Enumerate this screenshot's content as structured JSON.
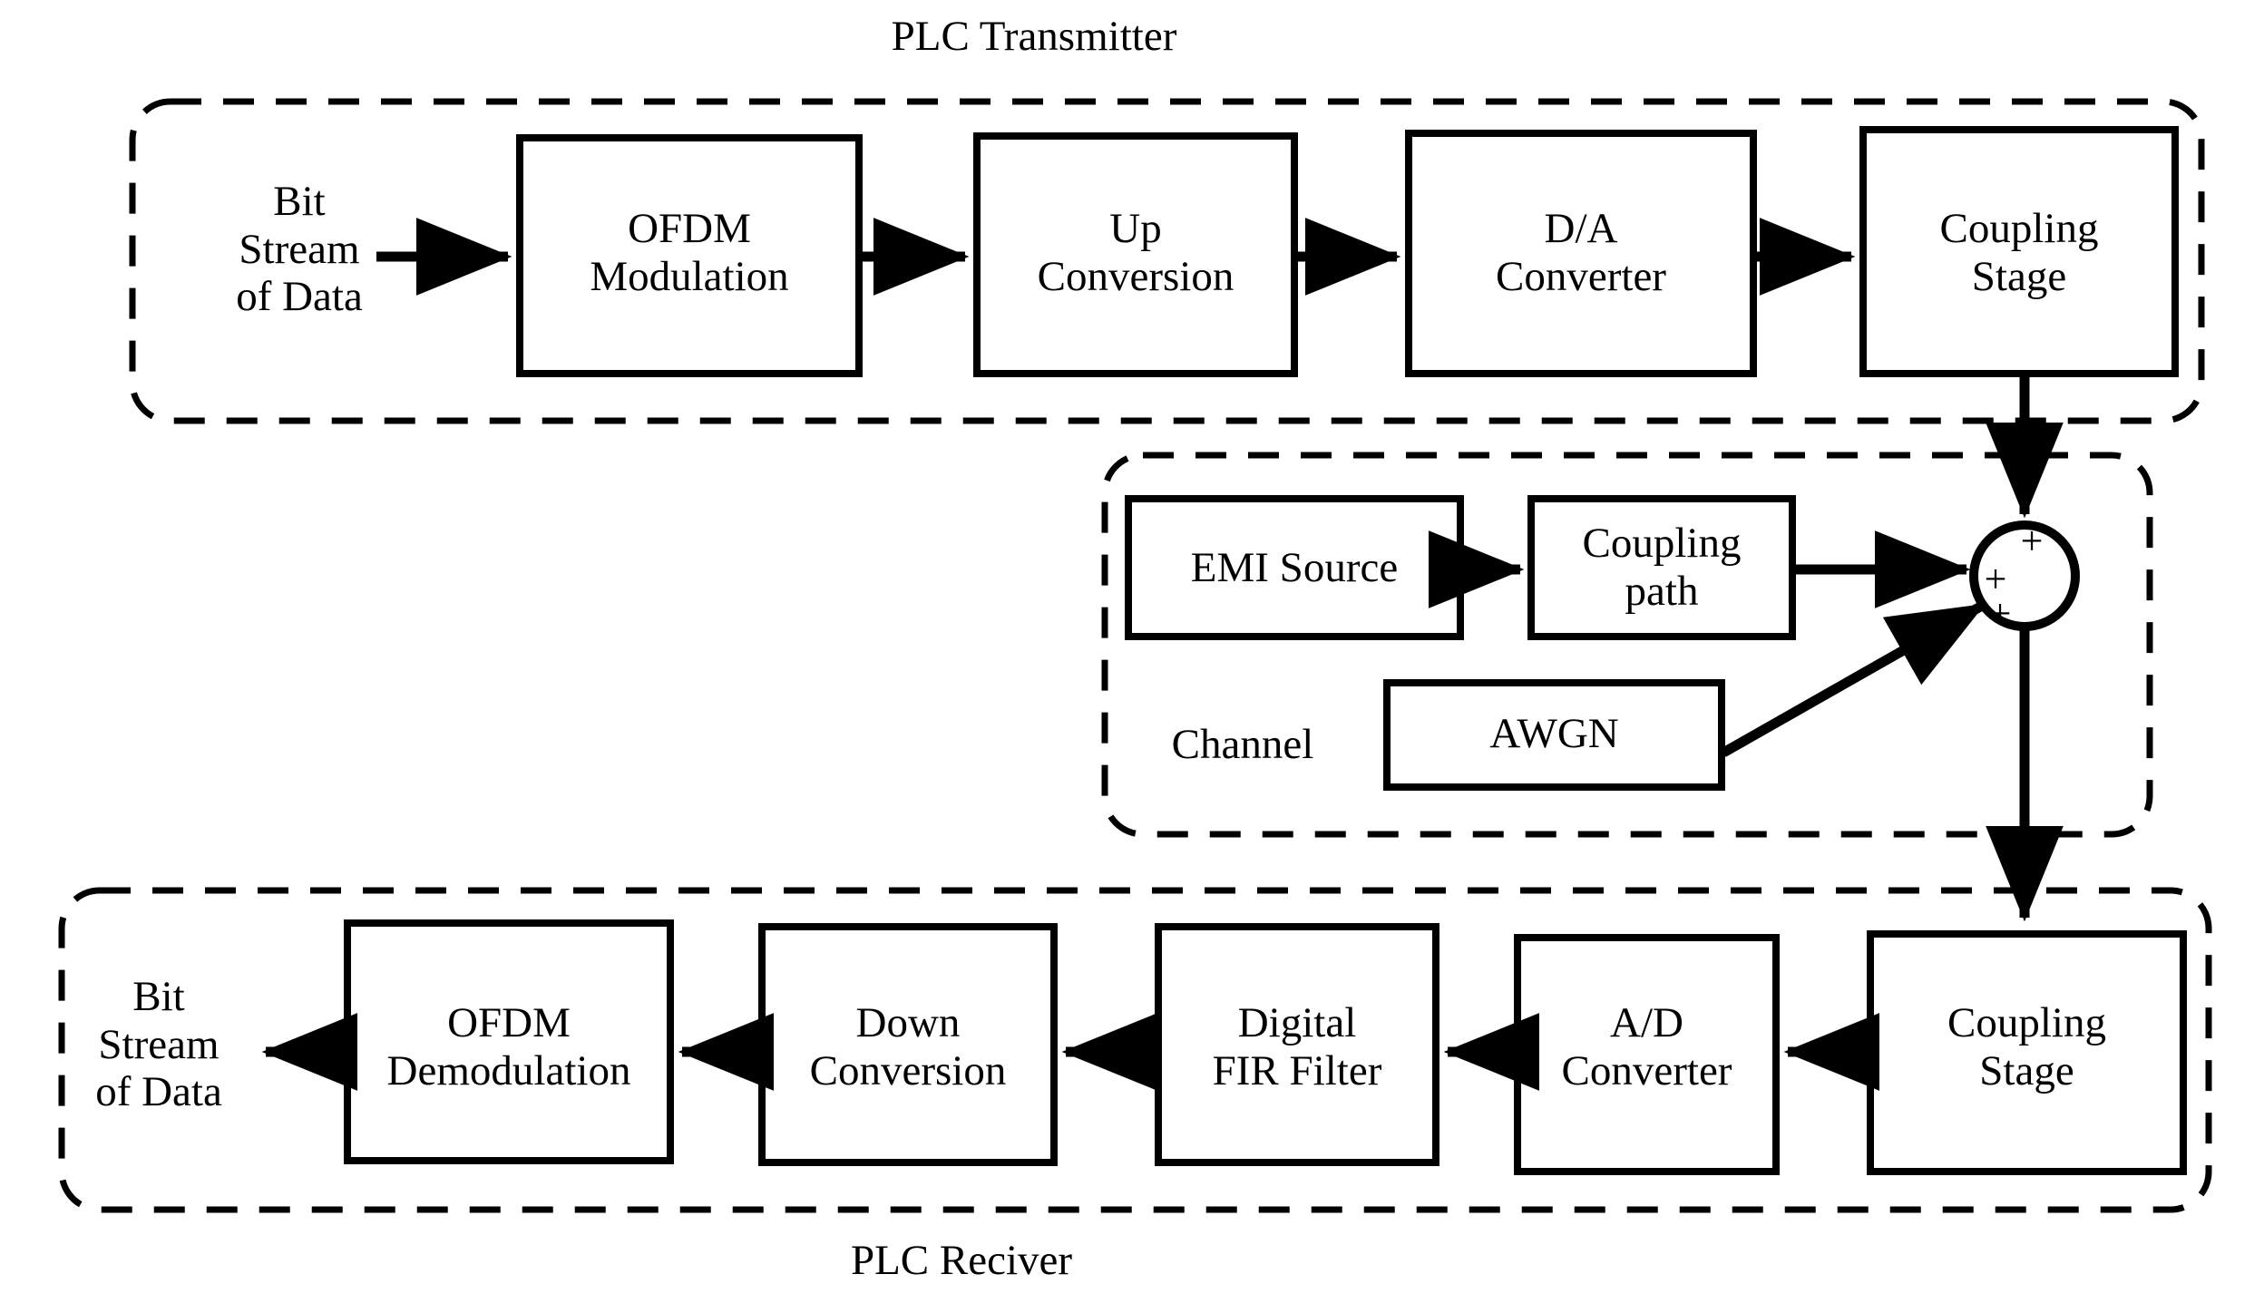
{
  "diagram": {
    "title_top": "PLC Transmitter",
    "title_bottom": "PLC Reciver",
    "channel_label": "Channel"
  },
  "transmitter": {
    "group_label": "PLC Transmitter",
    "input_label": "Bit\nStream\nof Data",
    "blocks": [
      {
        "id": "ofdm-modulation",
        "label": "OFDM\nModulation"
      },
      {
        "id": "up-conversion",
        "label": "Up\nConversion"
      },
      {
        "id": "da-converter",
        "label": "D/A\nConverter"
      },
      {
        "id": "coupling-stage-tx",
        "label": "Coupling\nStage"
      }
    ]
  },
  "channel": {
    "group_label": "Channel",
    "blocks": [
      {
        "id": "emi-source",
        "label": "EMI Source"
      },
      {
        "id": "coupling-path",
        "label": "Coupling\npath"
      },
      {
        "id": "awgn",
        "label": "AWGN"
      }
    ],
    "summing_junction": {
      "id": "summing-junction",
      "signs": [
        "+",
        "+",
        "+"
      ]
    }
  },
  "receiver": {
    "group_label": "PLC Reciver",
    "output_label": "Bit\nStream\nof Data",
    "blocks": [
      {
        "id": "ofdm-demodulation",
        "label": "OFDM\nDemodulation"
      },
      {
        "id": "down-conversion",
        "label": "Down\nConversion"
      },
      {
        "id": "digital-fir-filter",
        "label": "Digital\nFIR Filter"
      },
      {
        "id": "ad-converter",
        "label": "A/D\nConverter"
      },
      {
        "id": "coupling-stage-rx",
        "label": "Coupling\nStage"
      }
    ]
  },
  "style": {
    "stroke": "#000000",
    "background": "#ffffff"
  }
}
